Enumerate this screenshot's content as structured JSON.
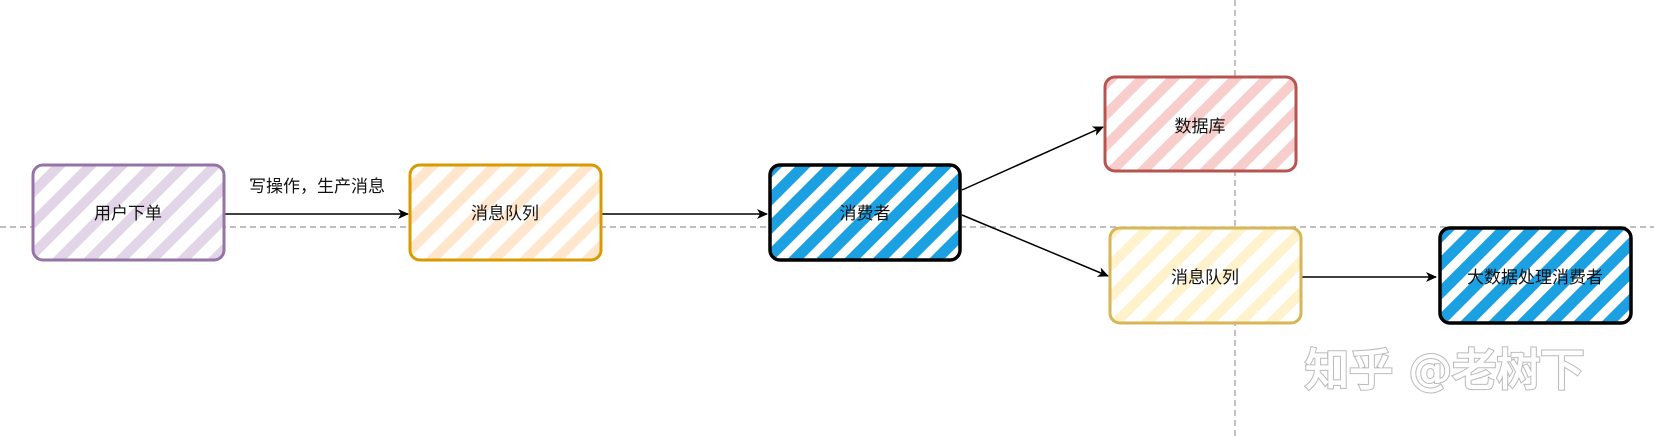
{
  "nodes": {
    "user_order": {
      "label": "用户下单",
      "fill": "#e1d5e7",
      "stroke": "#9673a6"
    },
    "mq_main": {
      "label": "消息队列",
      "fill": "#ffe6cc",
      "stroke": "#d79b00"
    },
    "consumer": {
      "label": "消费者",
      "fill": "#1ba1e2",
      "stroke": "#000000"
    },
    "database": {
      "label": "数据库",
      "fill": "#f8cecc",
      "stroke": "#b85450"
    },
    "mq_secondary": {
      "label": "消息队列",
      "fill": "#fff2cc",
      "stroke": "#d6b656"
    },
    "bigdata_consumer": {
      "label": "大数据处理消费者",
      "fill": "#1ba1e2",
      "stroke": "#000000"
    }
  },
  "edges": {
    "order_to_mq_label": "写操作，生产消息"
  },
  "watermark": "知乎 @老树下",
  "colors": {
    "guide_line": "#999999",
    "arrow": "#000000"
  }
}
